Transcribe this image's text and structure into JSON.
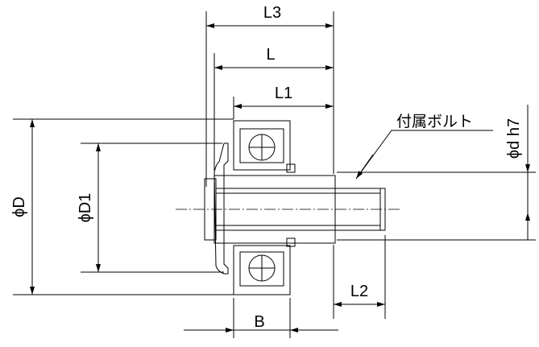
{
  "labels": {
    "L3": "L3",
    "L": "L",
    "L1": "L1",
    "phiD": "ϕD",
    "phiD1": "ϕD1",
    "phid_h7": "ϕd h7",
    "B": "B",
    "L2": "L2",
    "bolt": "付属ボルト"
  },
  "colors": {
    "line": "#000000",
    "part_fill": "#e6e6e6",
    "background": "#ffffff"
  }
}
